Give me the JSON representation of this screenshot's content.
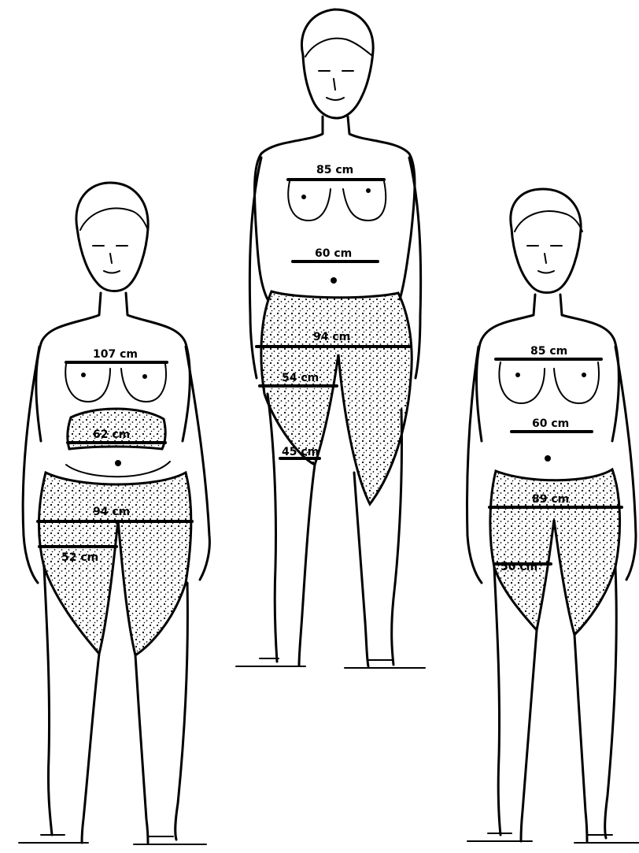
{
  "figures": [
    {
      "id": "left",
      "measurements": [
        {
          "part": "bust",
          "label": "107 cm"
        },
        {
          "part": "waist",
          "label": "62 cm"
        },
        {
          "part": "hips",
          "label": "94 cm"
        },
        {
          "part": "thigh",
          "label": "52 cm"
        }
      ]
    },
    {
      "id": "center",
      "measurements": [
        {
          "part": "bust",
          "label": "85 cm"
        },
        {
          "part": "waist",
          "label": "60 cm"
        },
        {
          "part": "hips",
          "label": "94 cm"
        },
        {
          "part": "thigh",
          "label": "54 cm"
        },
        {
          "part": "knee",
          "label": "45 cm"
        }
      ]
    },
    {
      "id": "right",
      "measurements": [
        {
          "part": "bust",
          "label": "85 cm"
        },
        {
          "part": "waist",
          "label": "60 cm"
        },
        {
          "part": "hips",
          "label": "89 cm"
        },
        {
          "part": "thigh",
          "label": "50 cm"
        }
      ]
    }
  ]
}
